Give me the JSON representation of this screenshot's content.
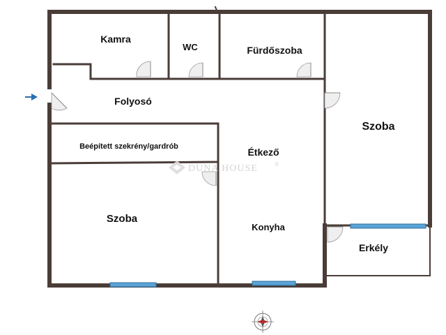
{
  "rooms": {
    "kamra": "Kamra",
    "wc": "WC",
    "furdoszoba": "Fürdőszoba",
    "folyoso": "Folyosó",
    "szoba_right": "Szoba",
    "beepitett": "Beépített szekrény/gardrób",
    "etkezo": "Étkező",
    "szoba_left": "Szoba",
    "konyha": "Konyha",
    "erkely": "Erkély"
  },
  "watermark": {
    "brand": "DUNA HOUSE",
    "mark": "®"
  },
  "colors": {
    "wall": "#4a3d38",
    "window": "#5aa3d6",
    "entrance_arrow": "#2a6fb0"
  },
  "icons": {
    "entrance": "entrance-arrow-icon",
    "compass": "compass-icon"
  }
}
